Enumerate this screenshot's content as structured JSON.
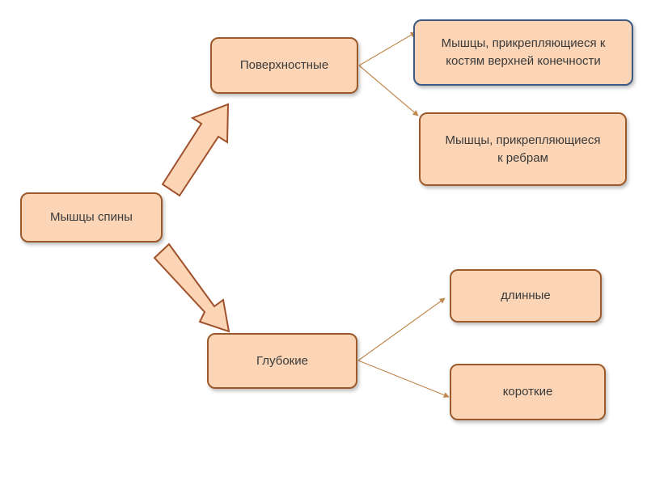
{
  "diagram": {
    "root": {
      "label": "Мышцы спины"
    },
    "surface": {
      "label": "Поверхностные"
    },
    "deep": {
      "label": "Глубокие"
    },
    "surface_children": [
      {
        "label": "Мышцы, прикрепляющиеся к\nкостям  верхней конечности"
      },
      {
        "label": "Мышцы, прикрепляющиеся\nк ребрам"
      }
    ],
    "deep_children": [
      {
        "label": "длинные"
      },
      {
        "label": "короткие"
      }
    ]
  },
  "colors": {
    "node_fill": "#fbd5b5",
    "node_border": "#9c5a2a",
    "highlight_border": "#3d5a85",
    "arrow_fill": "#fbd5b5",
    "arrow_stroke": "#a0522d",
    "connector": "#c0894f",
    "text": "#3a3a3a"
  }
}
